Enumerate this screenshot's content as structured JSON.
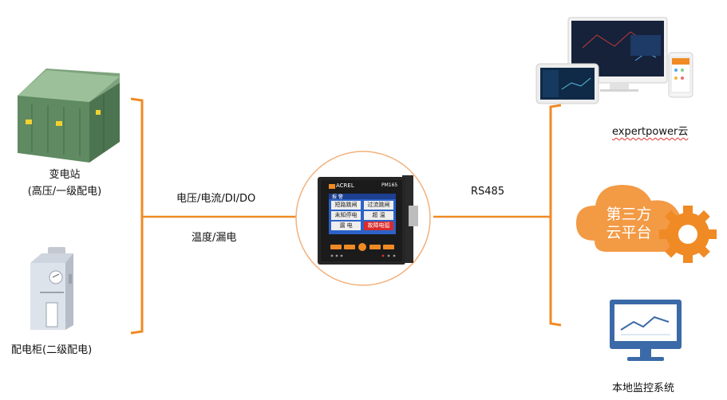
{
  "left": {
    "substation": {
      "line1": "变电站",
      "line2": "(高压/一级配电)"
    },
    "cabinet": {
      "label": "配电柜(二级配电)"
    }
  },
  "connections": {
    "left_signals": "电压/电流/DI/DO",
    "left_signals2": "温度/漏电",
    "right_protocol": "RS485"
  },
  "device": {
    "brand": "ACREL",
    "model": "PM165",
    "screen_header": "报 警",
    "cells": [
      "短路跳闸",
      "过流跳闸",
      "未知停电",
      "超 温",
      "漏 电",
      "故障电弧"
    ]
  },
  "right": {
    "cloud_expert": "expertpower云",
    "third_party_line1": "第三方",
    "third_party_line2": "云平台",
    "local_monitor": "本地监控系统"
  },
  "colors": {
    "accent": "#f08a24",
    "cloud": "#f39a45",
    "monitor_frame": "#3b6aa8",
    "alert_cell": "#d92b2b"
  }
}
